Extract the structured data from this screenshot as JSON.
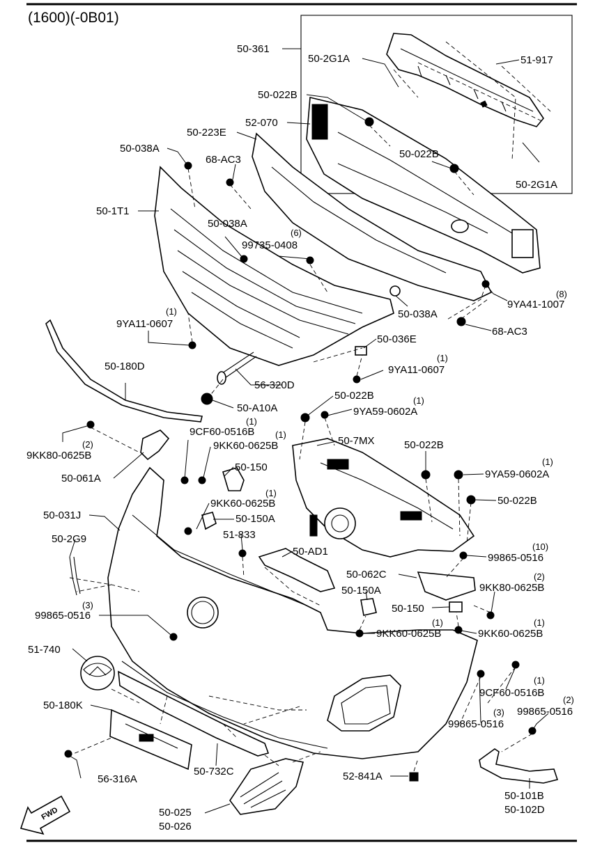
{
  "header": {
    "code": "(1600)(-0B01)"
  },
  "emblem_text": "FWD",
  "callouts": {
    "c50_361": "50-361",
    "c50_2G1A_top": "50-2G1A",
    "c51_917": "51-917",
    "c50_022B_a": "50-022B",
    "c52_070": "52-070",
    "c50_223E": "50-223E",
    "c50_038A_a": "50-038A",
    "c68_AC3_a": "68-AC3",
    "c50_022B_b": "50-022B",
    "c50_2G1A_bot": "50-2G1A",
    "c50_1T1": "50-1T1",
    "c50_038A_b": "50-038A",
    "q6": "(6)",
    "c99735_0408": "99735-0408",
    "q8": "(8)",
    "c9YA41_1007": "9YA41-1007",
    "c50_038A_c": "50-038A",
    "q1_a": "(1)",
    "c9YA11_0607_a": "9YA11-0607",
    "c68_AC3_b": "68-AC3",
    "c50_036E": "50-036E",
    "q1_b": "(1)",
    "c9YA11_0607_b": "9YA11-0607",
    "c50_180D": "50-180D",
    "c56_320D": "56-320D",
    "c50_A10A": "50-A10A",
    "c50_022B_c": "50-022B",
    "q1_c": "(1)",
    "c9YA59_0602A_a": "9YA59-0602A",
    "q1_d": "(1)",
    "c9CF60_0516B_a": "9CF60-0516B",
    "q2_a": "(2)",
    "c9KK80_0625B_a": "9KK80-0625B",
    "q1_e": "(1)",
    "c9KK60_0625B_a": "9KK60-0625B",
    "c50_7MX": "50-7MX",
    "c50_022B_d": "50-022B",
    "q1_f": "(1)",
    "c9YA59_0602A_b": "9YA59-0602A",
    "c50_150_a": "50-150",
    "c50_061A": "50-061A",
    "c50_022B_e": "50-022B",
    "c50_031J": "50-031J",
    "q1_g": "(1)",
    "c9KK60_0625B_b": "9KK60-0625B",
    "c50_150A_a": "50-150A",
    "c51_833": "51-833",
    "c50_2G9": "50-2G9",
    "c50_AD1": "50-AD1",
    "q10": "(10)",
    "c99865_0516_a": "99865-0516",
    "c50_062C": "50-062C",
    "q2_b": "(2)",
    "c9KK80_0625B_b": "9KK80-0625B",
    "c50_150A_b": "50-150A",
    "q3_a": "(3)",
    "c99865_0516_b": "99865-0516",
    "c50_150_b": "50-150",
    "q1_h": "(1)",
    "c9KK60_0625B_c": "9KK60-0625B",
    "q1_i": "(1)",
    "c9KK60_0625B_d": "9KK60-0625B",
    "c51_740": "51-740",
    "q1_j": "(1)",
    "c9CF60_0516B_b": "9CF60-0516B",
    "c50_180K": "50-180K",
    "q2_c": "(2)",
    "c99865_0516_c": "99865-0516",
    "q3_b": "(3)",
    "c99865_0516_d": "99865-0516",
    "c56_316A": "56-316A",
    "c50_732C": "50-732C",
    "c52_841A": "52-841A",
    "c50_101B": "50-101B",
    "c50_102D": "50-102D",
    "c50_025": "50-025",
    "c50_026": "50-026"
  }
}
